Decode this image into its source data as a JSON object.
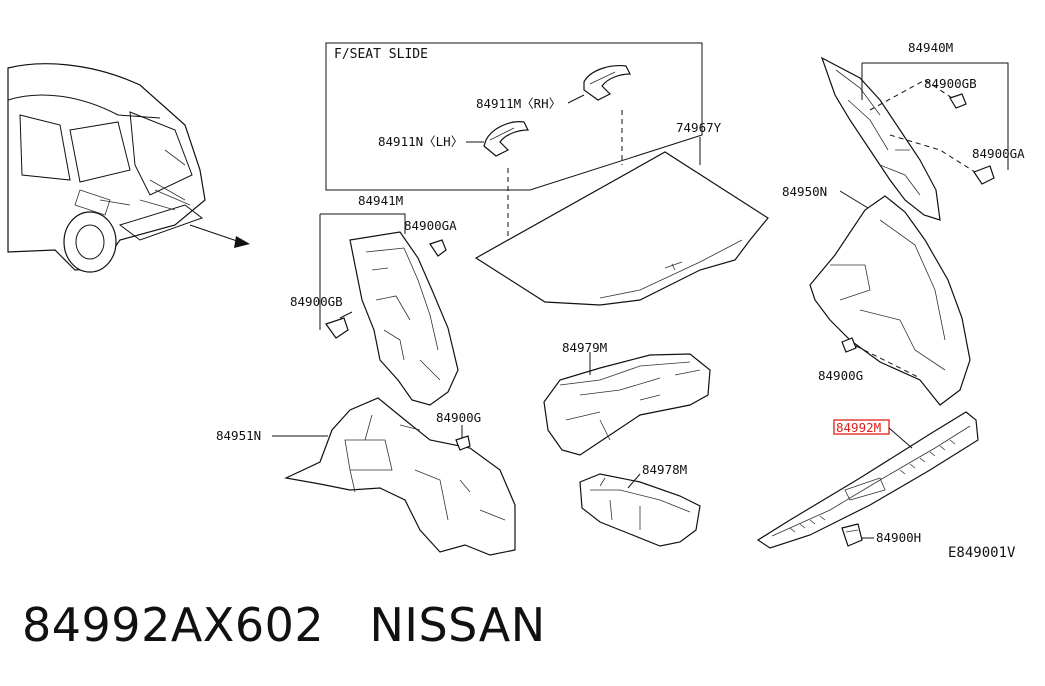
{
  "box": {
    "title": "F/SEAT SLIDE"
  },
  "labels": {
    "p84911M": "84911M〈RH〉",
    "p84911N": "84911N〈LH〉",
    "p74967Y": "74967Y",
    "p84941M": "84941M",
    "p84900GA_left": "84900GA",
    "p84900GB_left": "84900GB",
    "p84940M": "84940M",
    "p84900GB_right": "84900GB",
    "p84900GA_right": "84900GA",
    "p84950N": "84950N",
    "p84900G_right": "84900G",
    "p84979M": "84979M",
    "p84951N": "84951N",
    "p84900G_mid": "84900G",
    "p84978M": "84978M",
    "p84992M": "84992M",
    "p84900H": "84900H",
    "diagram_code": "E849001V"
  },
  "highlight_color": "#e0201b",
  "caption": {
    "part_number": "84992AX602",
    "brand": "NISSAN"
  }
}
